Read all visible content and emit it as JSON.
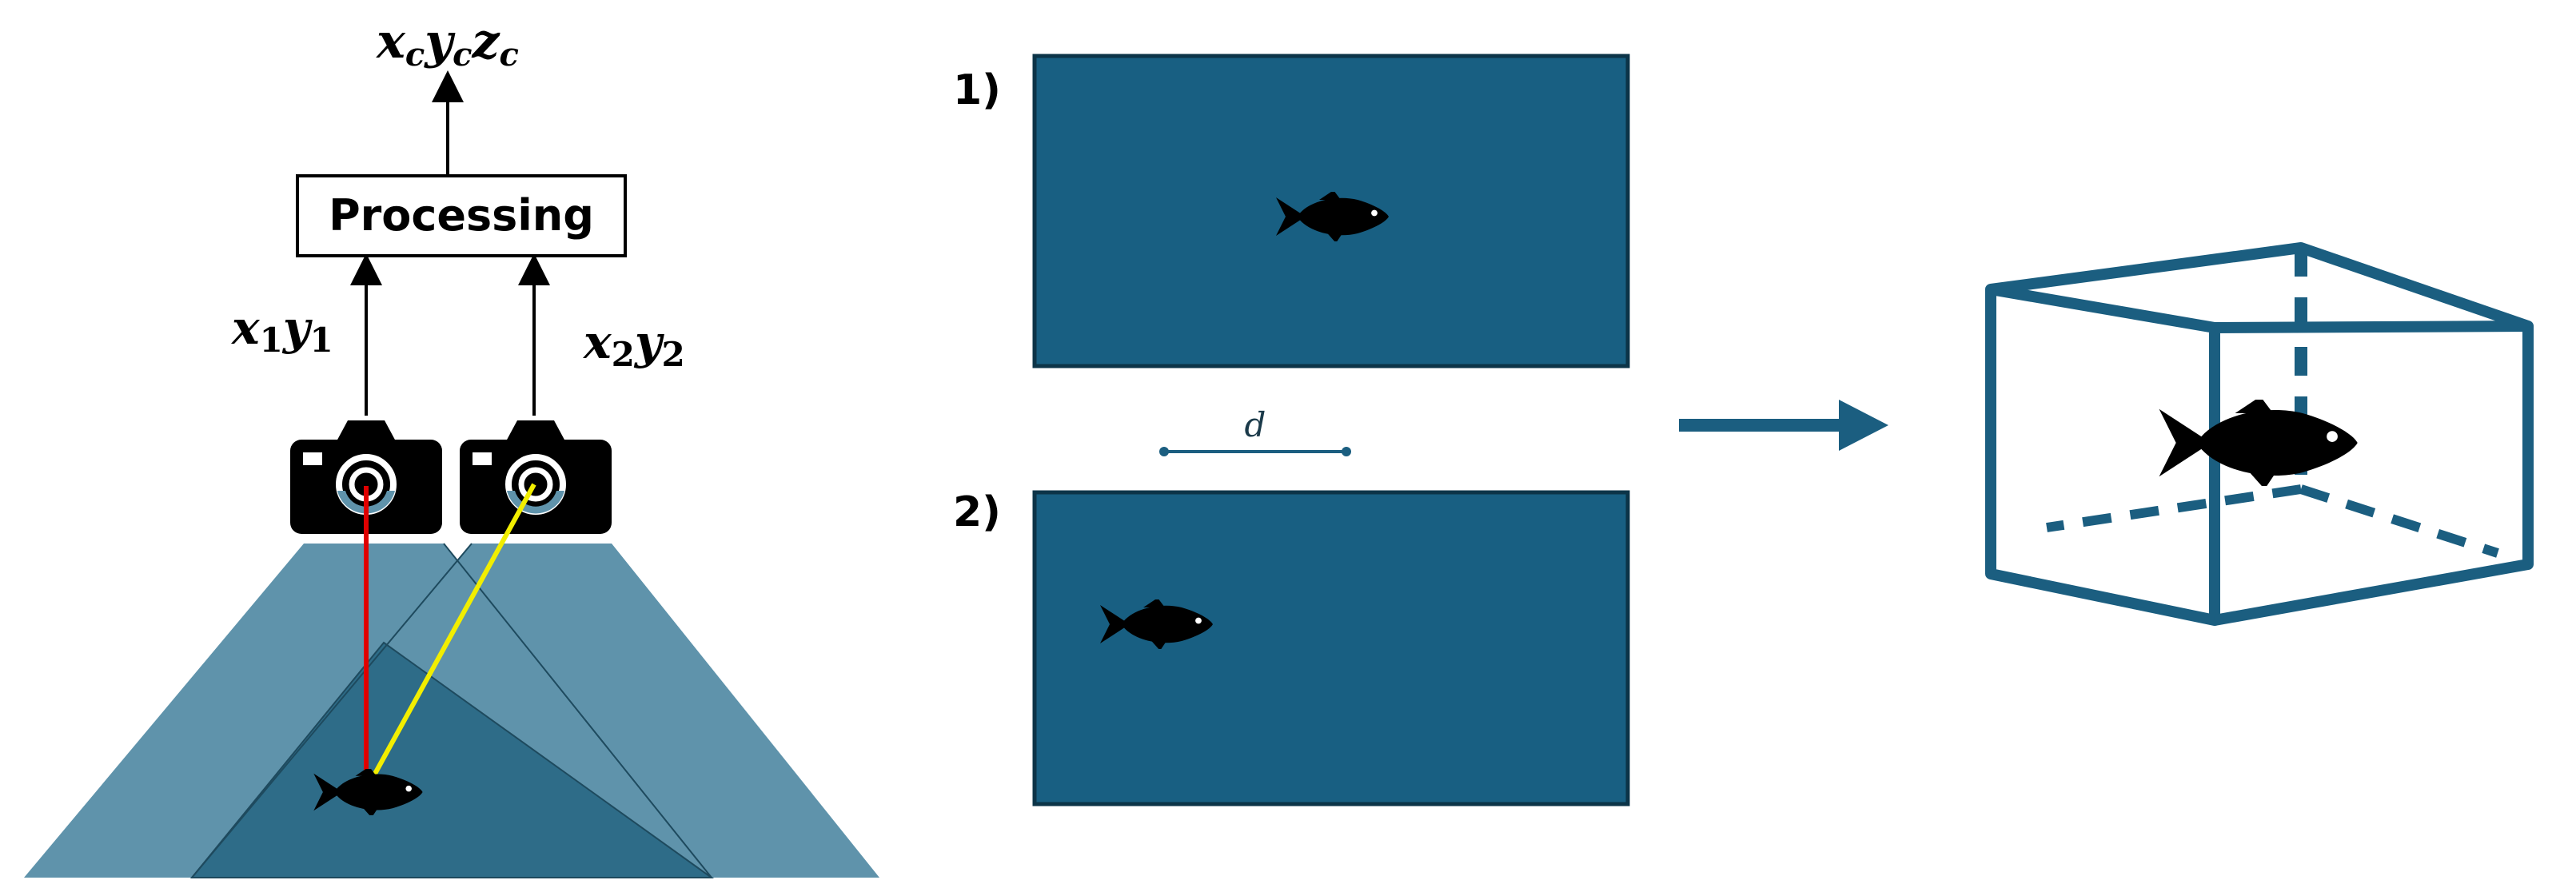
{
  "colors": {
    "frame_fill": "#185F82",
    "frame_stroke": "#0c3448",
    "cone_light": "#5F93AB",
    "cone_overlap": "#2E6C88",
    "accent_teal": "#1b5e80",
    "ray_camera1": "#e00000",
    "ray_camera2": "#f2ee00",
    "ink": "#000000"
  },
  "icons": [
    "camera-icon",
    "fish-icon",
    "arrow-right-icon",
    "cube-icon"
  ],
  "stereo": {
    "output_coords": {
      "base1": "x",
      "sub1": "c",
      "base2": "y",
      "sub2": "c",
      "base3": "z",
      "sub3": "c"
    },
    "processing_label": "Processing",
    "cam1_coords": {
      "base1": "x",
      "sub1": "1",
      "base2": "y",
      "sub2": "1"
    },
    "cam2_coords": {
      "base1": "x",
      "sub1": "2",
      "base2": "y",
      "sub2": "2"
    }
  },
  "frames": {
    "frame1_label": "1)",
    "frame2_label": "2)",
    "displacement_label": "d"
  }
}
